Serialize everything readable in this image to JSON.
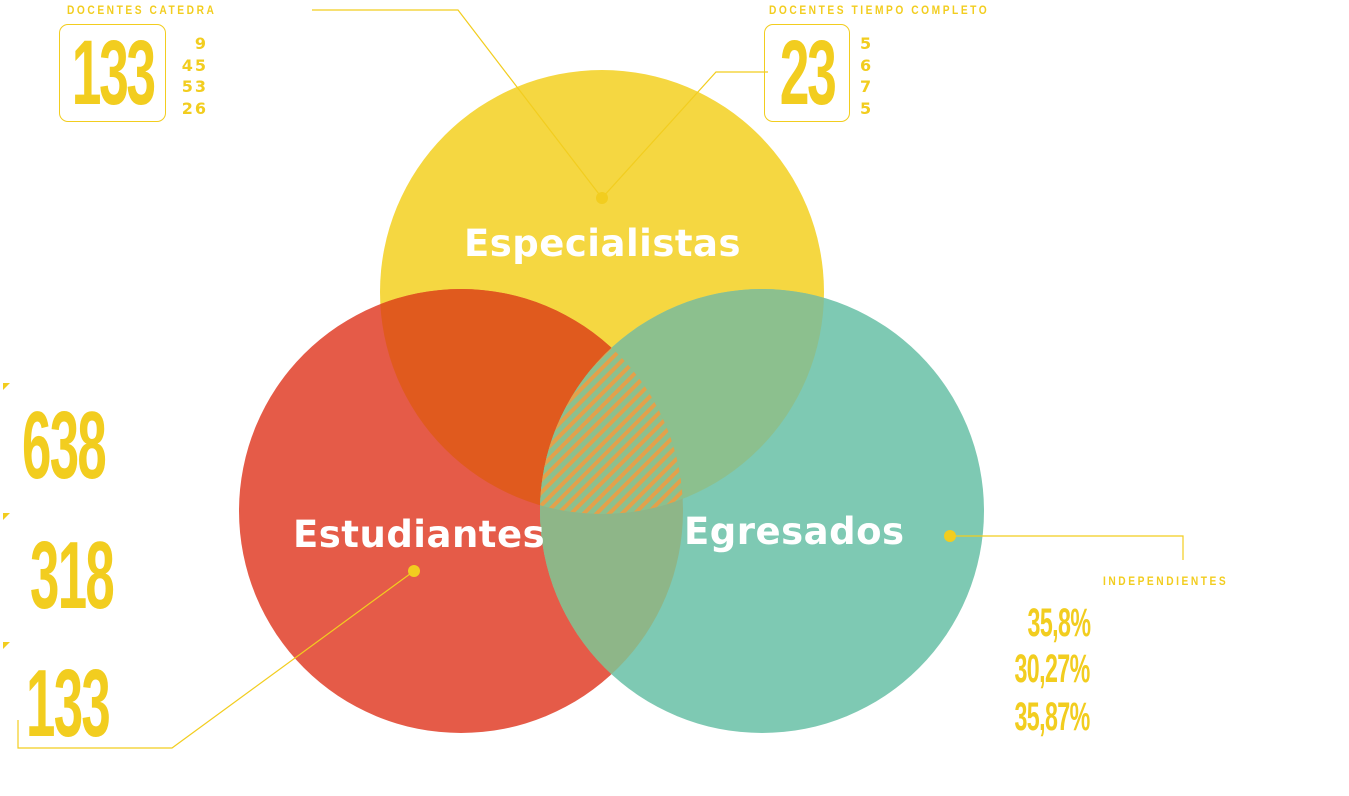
{
  "circles": {
    "especialistas": {
      "label": "Especialistas",
      "color": "#F5D741"
    },
    "estudiantes": {
      "label": "Estudiantes",
      "color": "#E55B48"
    },
    "egresados": {
      "label": "Egresados",
      "color": "#7EC9B3"
    }
  },
  "overlap_colors": {
    "especialistas_estudiantes": "#E05A1E",
    "especialistas_egresados": "#8CC08E",
    "estudiantes_egresados": "#8EB688"
  },
  "accent_color": "#F2CD1F",
  "docentes_catedra": {
    "caption": "DOCENTES CATEDRA",
    "total": "133",
    "breakdown": [
      "9",
      "45",
      "53",
      "26"
    ]
  },
  "docentes_tiempo_completo": {
    "caption": "DOCENTES TIEMPO COMPLETO",
    "total": "23",
    "breakdown": [
      "5",
      "6",
      "7",
      "5"
    ]
  },
  "estudiantes_counts": [
    "638",
    "318",
    "133"
  ],
  "independientes": {
    "caption": "INDEPENDIENTES",
    "values": [
      "35,8%",
      "30,27%",
      "35,87%"
    ]
  }
}
